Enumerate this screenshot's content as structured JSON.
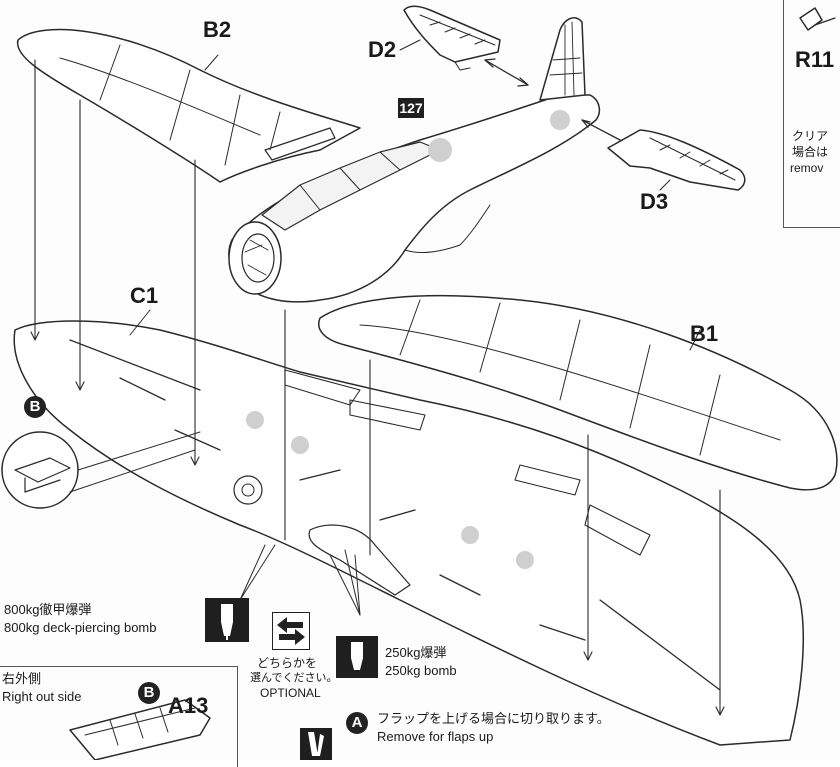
{
  "labels": {
    "b2": "B2",
    "d2": "D2",
    "d3": "D3",
    "c1": "C1",
    "b1": "B1",
    "r11": "R11",
    "a13": "A13",
    "step_ref": "127"
  },
  "side_note": {
    "line1": "クリア",
    "line2": "場合は",
    "line3": "remov"
  },
  "callouts": {
    "circle_b": "B",
    "circle_a": "A"
  },
  "bomb_800": {
    "ja": "800kg徹甲爆弾",
    "en": "800kg deck-piercing bomb"
  },
  "optional": {
    "ja_line1": "どちらかを",
    "ja_line2": "選んでください。",
    "en": "OPTIONAL"
  },
  "bomb_250": {
    "ja": "250kg爆弾",
    "en": "250kg bomb"
  },
  "flaps": {
    "ja": "フラップを上げる場合に切り取ります。",
    "en": "Remove for flaps up"
  },
  "inset_right": {
    "ja": "右外側",
    "en": "Right out side"
  },
  "colors": {
    "ink": "#1a1a1a",
    "paper": "#fdfdfd",
    "highlight": "#cfcfcf"
  }
}
